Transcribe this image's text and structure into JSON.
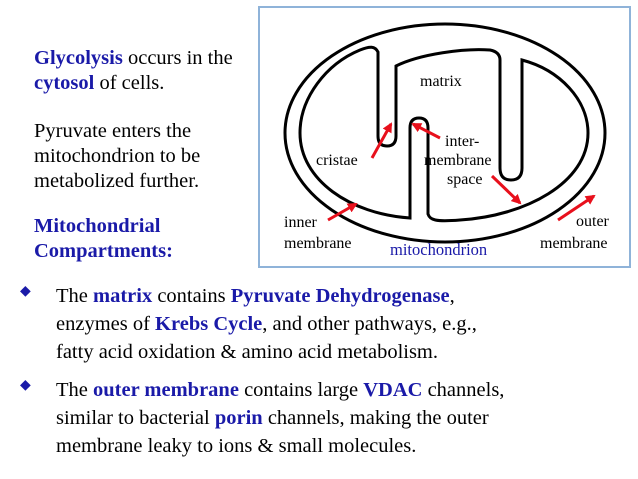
{
  "intro": {
    "p1": {
      "term1": "Glycolysis",
      "text1": " occurs in the ",
      "term2": "cytosol",
      "text2": " of cells."
    },
    "p2": "Pyruvate enters the mitochondrion to be metabolized further.",
    "p3": "Mitochondrial Compartments:"
  },
  "diagram": {
    "labels": {
      "matrix": "matrix",
      "cristae": "cristae",
      "inter1": "inter-",
      "inter2": "membrane",
      "inter3": "space",
      "inner1": "inner",
      "inner2": "membrane",
      "outer1": "outer",
      "outer2": "membrane",
      "mitochondrion": "mitochondrion"
    },
    "colors": {
      "arrow": "#e8101c",
      "border": "#8fb3d9",
      "accent": "#1a1aa8"
    }
  },
  "bullets": [
    {
      "t1": "The ",
      "k1": "matrix",
      "t2": " contains ",
      "k2": "Pyruvate Dehydrogenase",
      "t3": ",",
      "line2a": "enzymes of ",
      "k3": "Krebs Cycle",
      "line2b": ", and other pathways, e.g.,",
      "line3": "fatty acid oxidation & amino acid metabolism."
    },
    {
      "t1": "The ",
      "k1": "outer membrane",
      "t2": " contains large ",
      "k2": "VDAC",
      "t3": " channels,",
      "line2": "similar to bacterial ",
      "k3": "porin",
      "line2b": " channels, making the outer",
      "line3": "membrane leaky to ions & small molecules."
    }
  ]
}
